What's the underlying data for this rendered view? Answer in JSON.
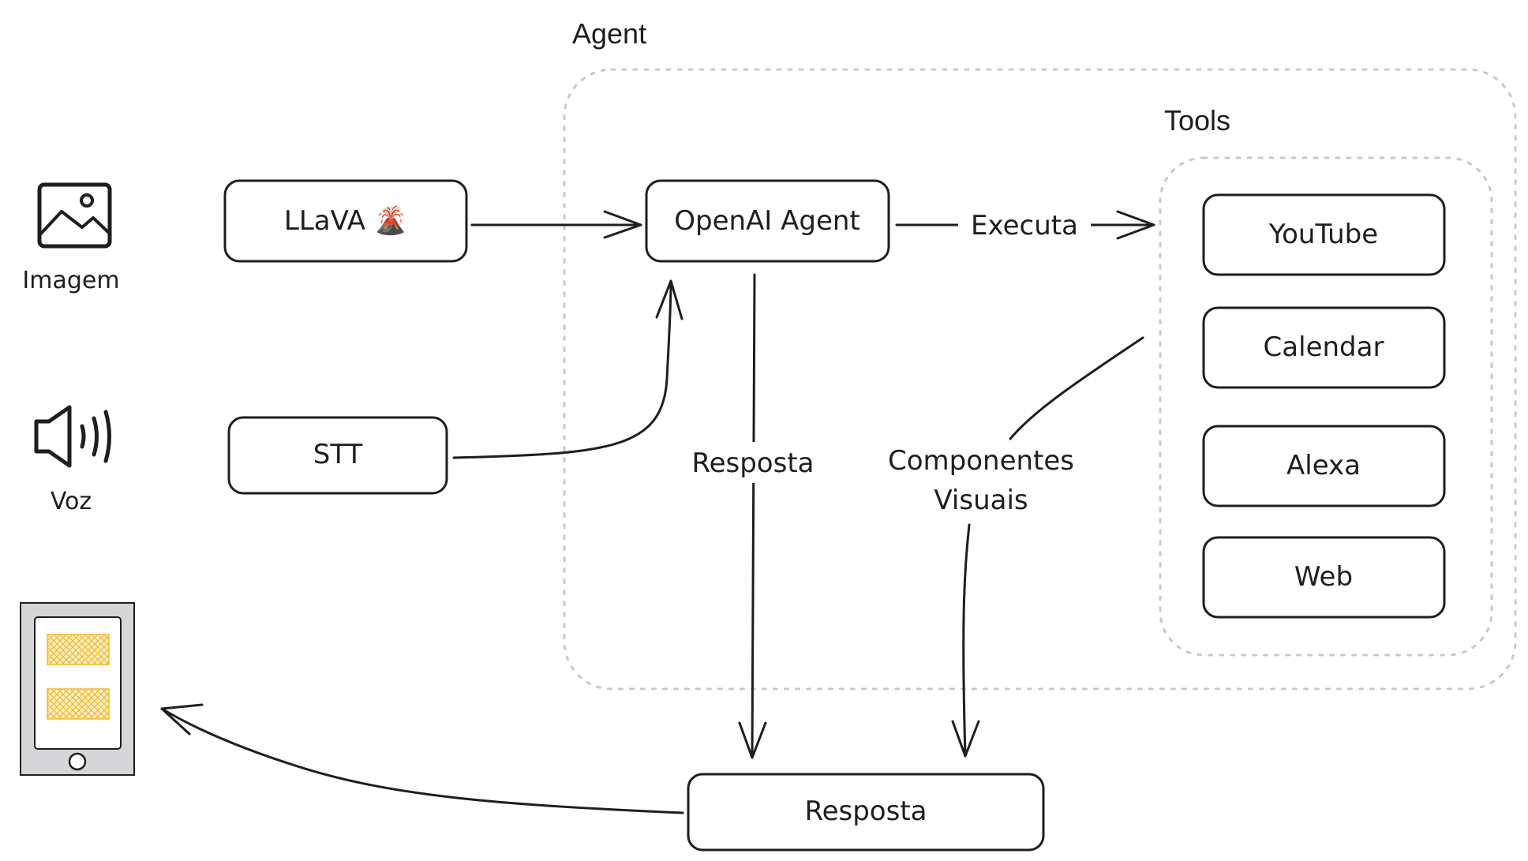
{
  "groups": {
    "agent": "Agent",
    "tools": "Tools"
  },
  "inputs": {
    "imagem": {
      "label": "Imagem",
      "icon": "image-icon"
    },
    "voz": {
      "label": "Voz",
      "icon": "speaker-icon"
    }
  },
  "nodes": {
    "llava": "LLaVA 🌋",
    "stt": "STT",
    "openai_agent": "OpenAI Agent",
    "resposta_box": "Resposta"
  },
  "tools": [
    "YouTube",
    "Calendar",
    "Alexa",
    "Web"
  ],
  "edges": {
    "executa": "Executa",
    "resposta": "Resposta",
    "componentes_line1": "Componentes",
    "componentes_line2": "Visuais"
  },
  "output_device": {
    "icon": "tablet-icon"
  },
  "colors": {
    "stroke": "#1e1e1e",
    "dashed": "#c9c9c9",
    "tablet_body": "#d6d6d8",
    "card_fill": "#fcefc4",
    "card_stroke": "#f2b930"
  }
}
